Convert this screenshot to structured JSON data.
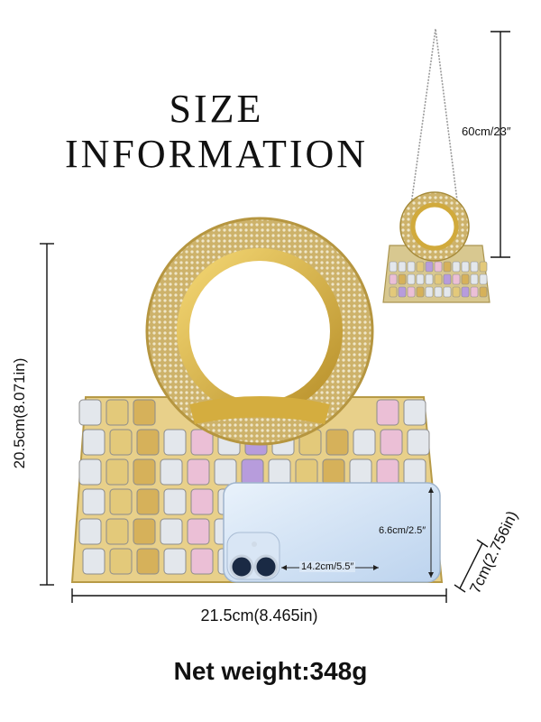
{
  "title": {
    "line1": "SIZE",
    "line2": "INFORMATION"
  },
  "dimensions": {
    "strap_length": "60cm/23″",
    "height": "20.5cm(8.071in)",
    "width": "21.5cm(8.465in)",
    "depth": "7cm(2.756in)",
    "phone_height": "6.6cm/2.5″",
    "phone_width": "14.2cm/5.5″"
  },
  "net_weight": "Net weight:348g",
  "colors": {
    "gold": "#c9a53a",
    "gold_dark": "#a8862a",
    "crystal": "#dfe3e8",
    "purple": "#9a7ac9",
    "pink": "#e6b6cf",
    "phone": "#cfe0f5"
  }
}
